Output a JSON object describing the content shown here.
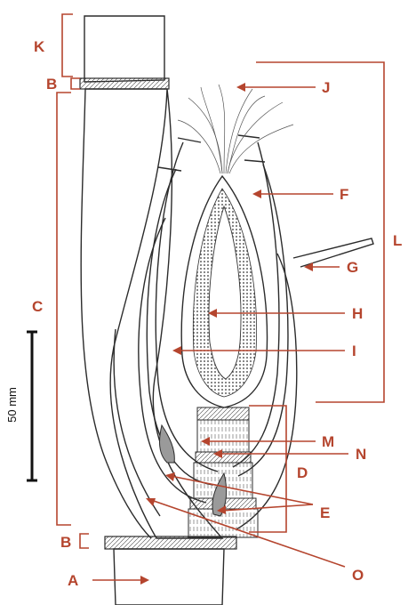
{
  "labels": {
    "K": "K",
    "B_top": "B",
    "C": "C",
    "J": "J",
    "F": "F",
    "L": "L",
    "G": "G",
    "H": "H",
    "I": "I",
    "M": "M",
    "N": "N",
    "D": "D",
    "E": "E",
    "B_bottom": "B",
    "A": "A",
    "O": "O"
  },
  "scale_bar": {
    "text": "50 mm"
  },
  "colors": {
    "label": "#b5452e",
    "ink": "#2b2b2b"
  }
}
